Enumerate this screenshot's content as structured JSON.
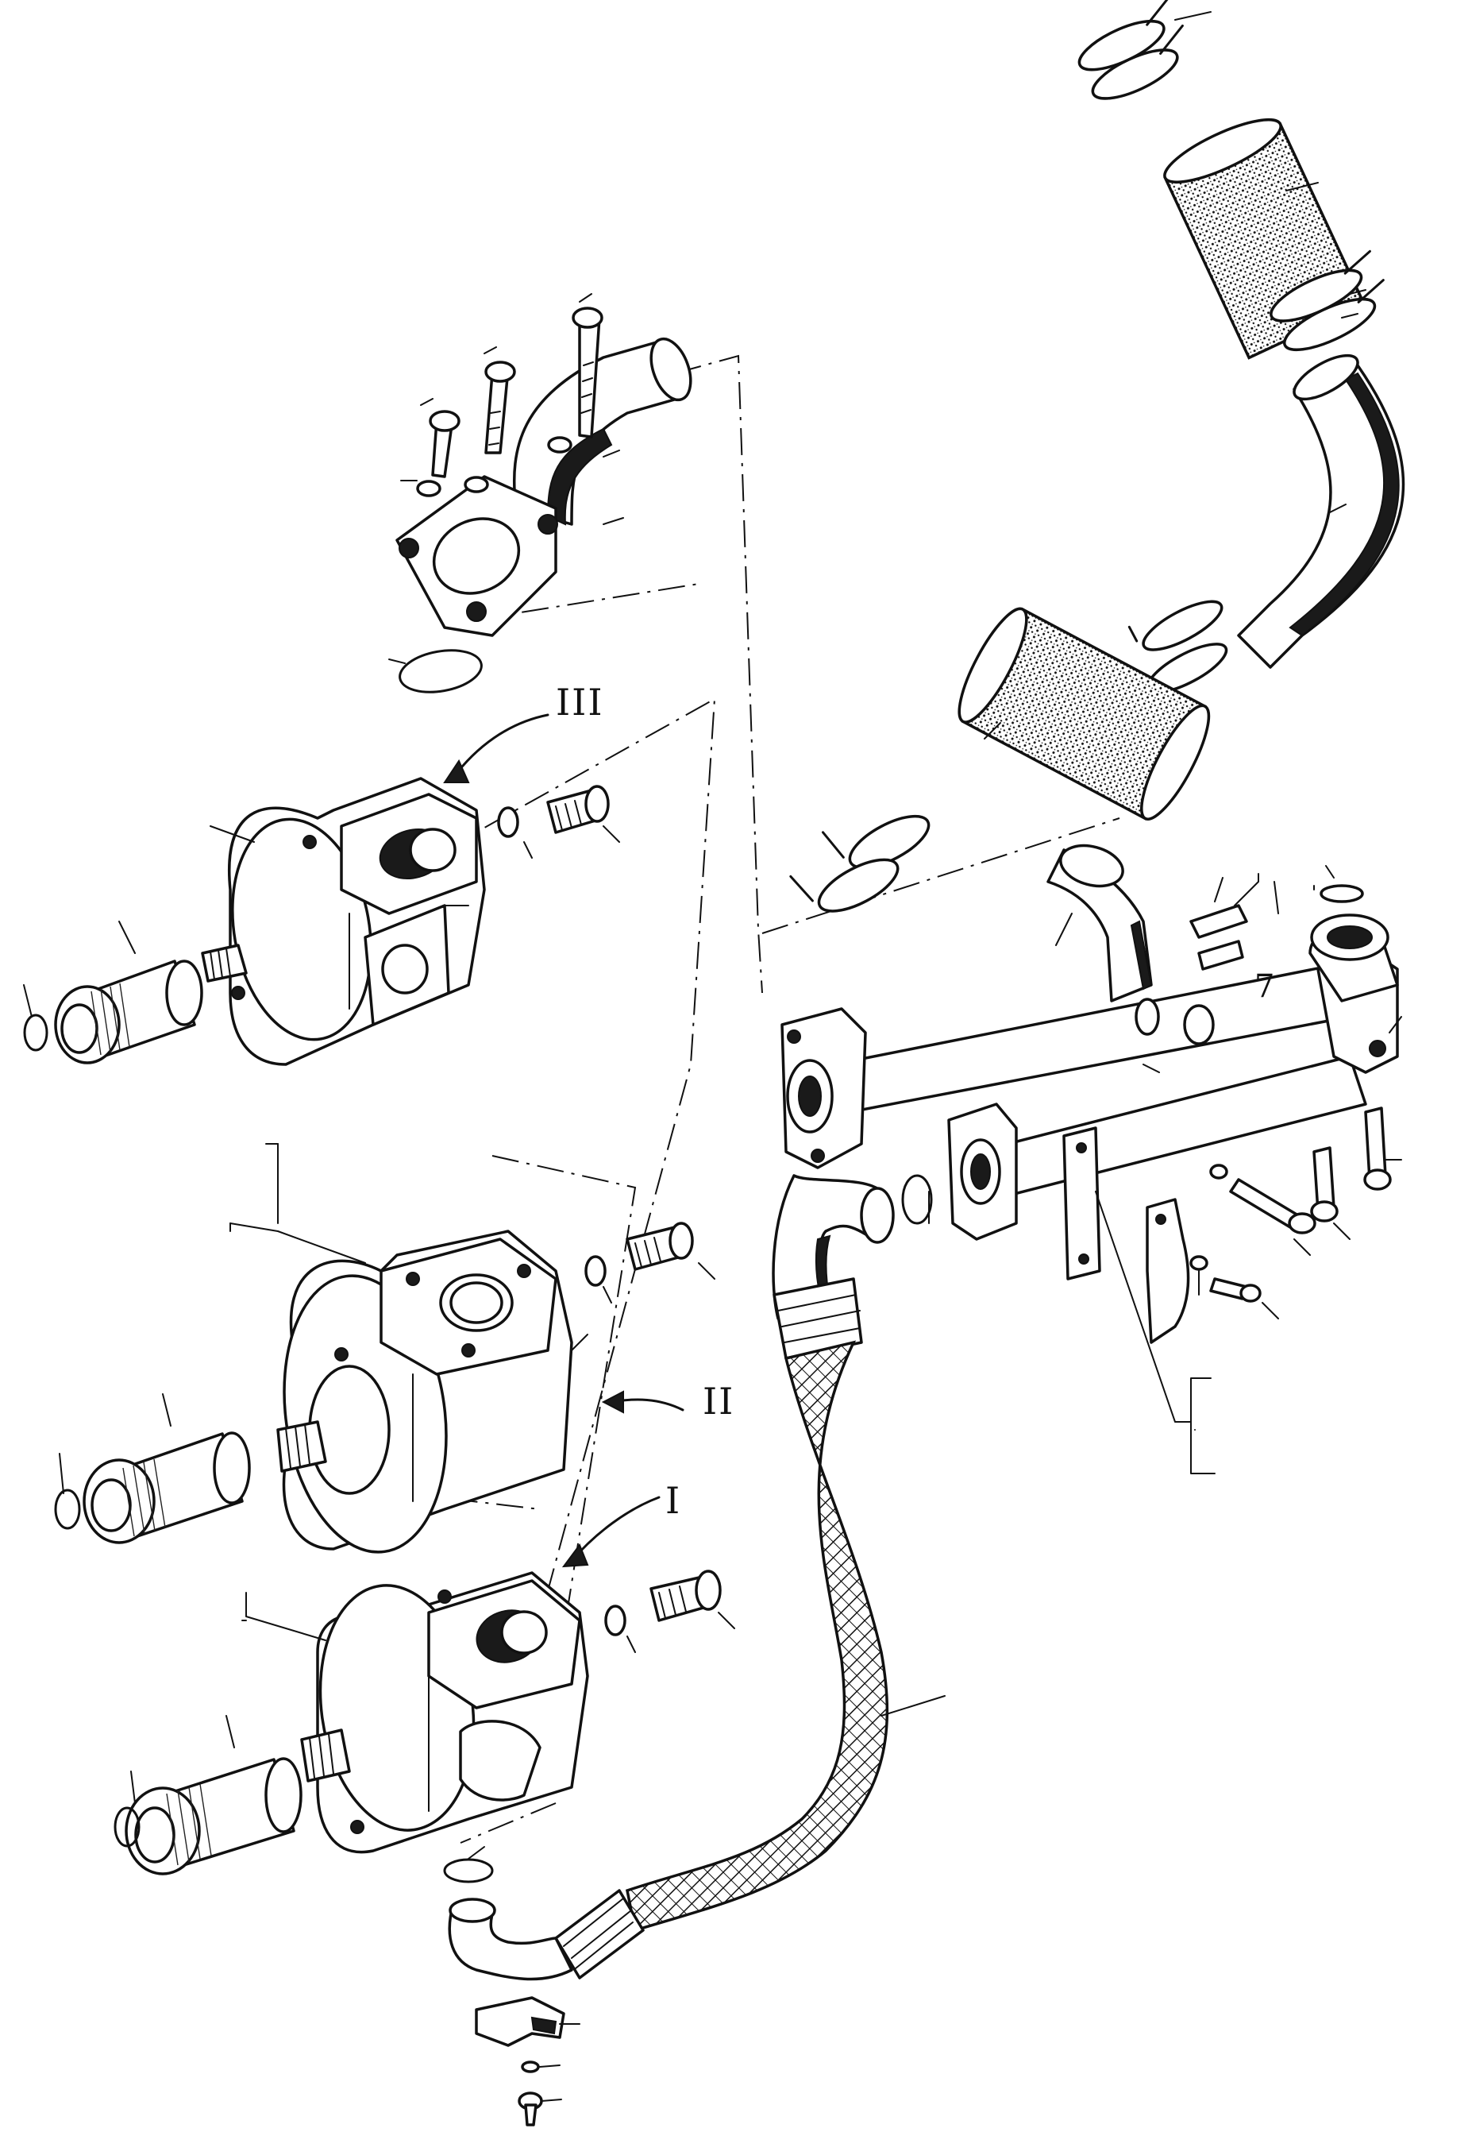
{
  "labels": {
    "pump_top": "III",
    "pump_middle": "II",
    "pump_bottom": "I",
    "bracket_tag": "7"
  },
  "colors": {
    "ink": "#111111",
    "paper": "#ffffff"
  }
}
